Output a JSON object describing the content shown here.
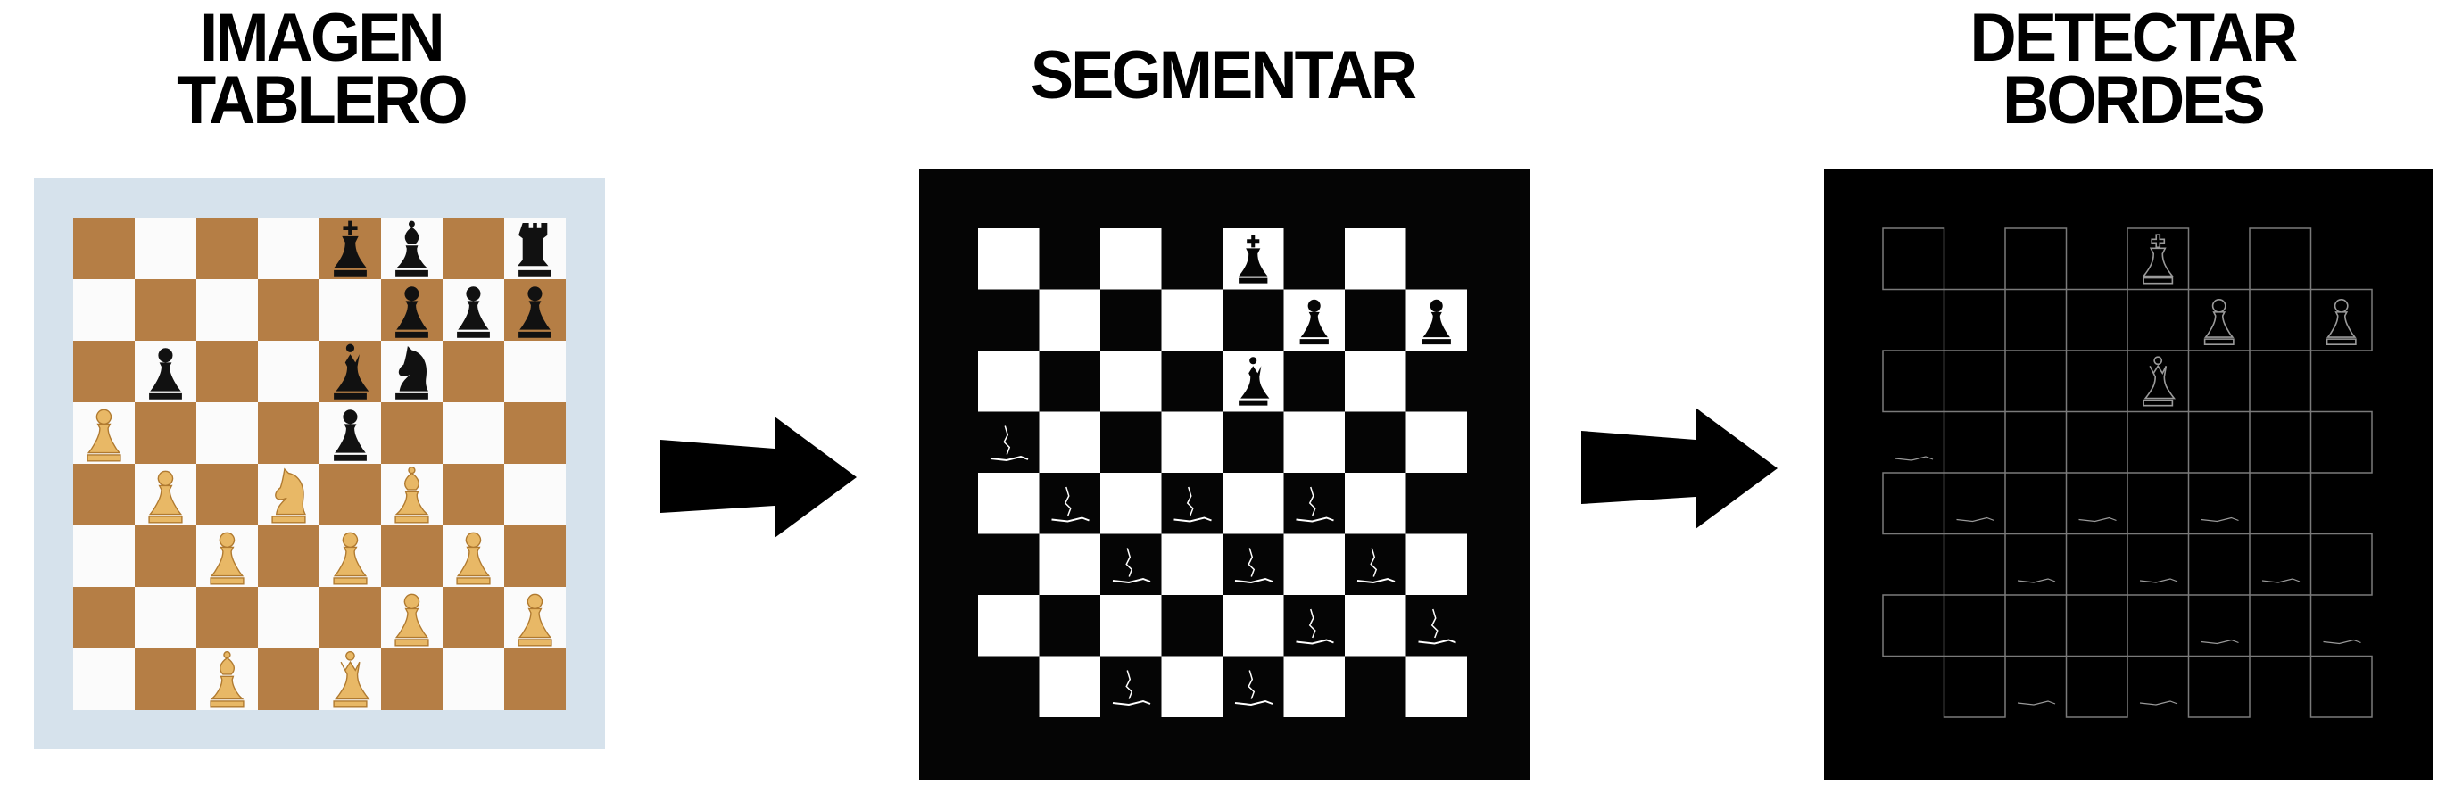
{
  "steps": [
    {
      "id": "imagen",
      "title_lines": [
        "IMAGEN",
        "TABLERO"
      ]
    },
    {
      "id": "segmentar",
      "title_lines": [
        "SEGMENTAR"
      ]
    },
    {
      "id": "detectar",
      "title_lines": [
        "DETECTAR",
        "BORDES"
      ]
    }
  ],
  "colors": {
    "board_frame": "#d6e2ec",
    "dark_square": "#b57e45",
    "light_square": "#fbfbfb",
    "black_piece": "#111111",
    "white_piece": "#e8b866",
    "segment_bg": "#050505",
    "edge_line": "#7a7a7a"
  },
  "pieces": [
    {
      "type": "king",
      "color": "black",
      "file": 4,
      "rank": 0
    },
    {
      "type": "bishop",
      "color": "black",
      "file": 5,
      "rank": 0
    },
    {
      "type": "rook",
      "color": "black",
      "file": 7,
      "rank": 0
    },
    {
      "type": "pawn",
      "color": "black",
      "file": 5,
      "rank": 1
    },
    {
      "type": "pawn",
      "color": "black",
      "file": 6,
      "rank": 1
    },
    {
      "type": "pawn",
      "color": "black",
      "file": 7,
      "rank": 1
    },
    {
      "type": "pawn",
      "color": "black",
      "file": 1,
      "rank": 2
    },
    {
      "type": "queen",
      "color": "black",
      "file": 4,
      "rank": 2
    },
    {
      "type": "knight",
      "color": "black",
      "file": 5,
      "rank": 2
    },
    {
      "type": "pawn",
      "color": "black",
      "file": 4,
      "rank": 3
    },
    {
      "type": "pawn",
      "color": "white",
      "file": 0,
      "rank": 3
    },
    {
      "type": "pawn",
      "color": "white",
      "file": 1,
      "rank": 4
    },
    {
      "type": "knight",
      "color": "white",
      "file": 3,
      "rank": 4
    },
    {
      "type": "bishop",
      "color": "white",
      "file": 5,
      "rank": 4
    },
    {
      "type": "pawn",
      "color": "white",
      "file": 2,
      "rank": 5
    },
    {
      "type": "pawn",
      "color": "white",
      "file": 4,
      "rank": 5
    },
    {
      "type": "pawn",
      "color": "white",
      "file": 6,
      "rank": 5
    },
    {
      "type": "pawn",
      "color": "white",
      "file": 5,
      "rank": 6
    },
    {
      "type": "pawn",
      "color": "white",
      "file": 7,
      "rank": 6
    },
    {
      "type": "bishop",
      "color": "white",
      "file": 2,
      "rank": 7
    },
    {
      "type": "queen",
      "color": "white",
      "file": 4,
      "rank": 7
    }
  ]
}
